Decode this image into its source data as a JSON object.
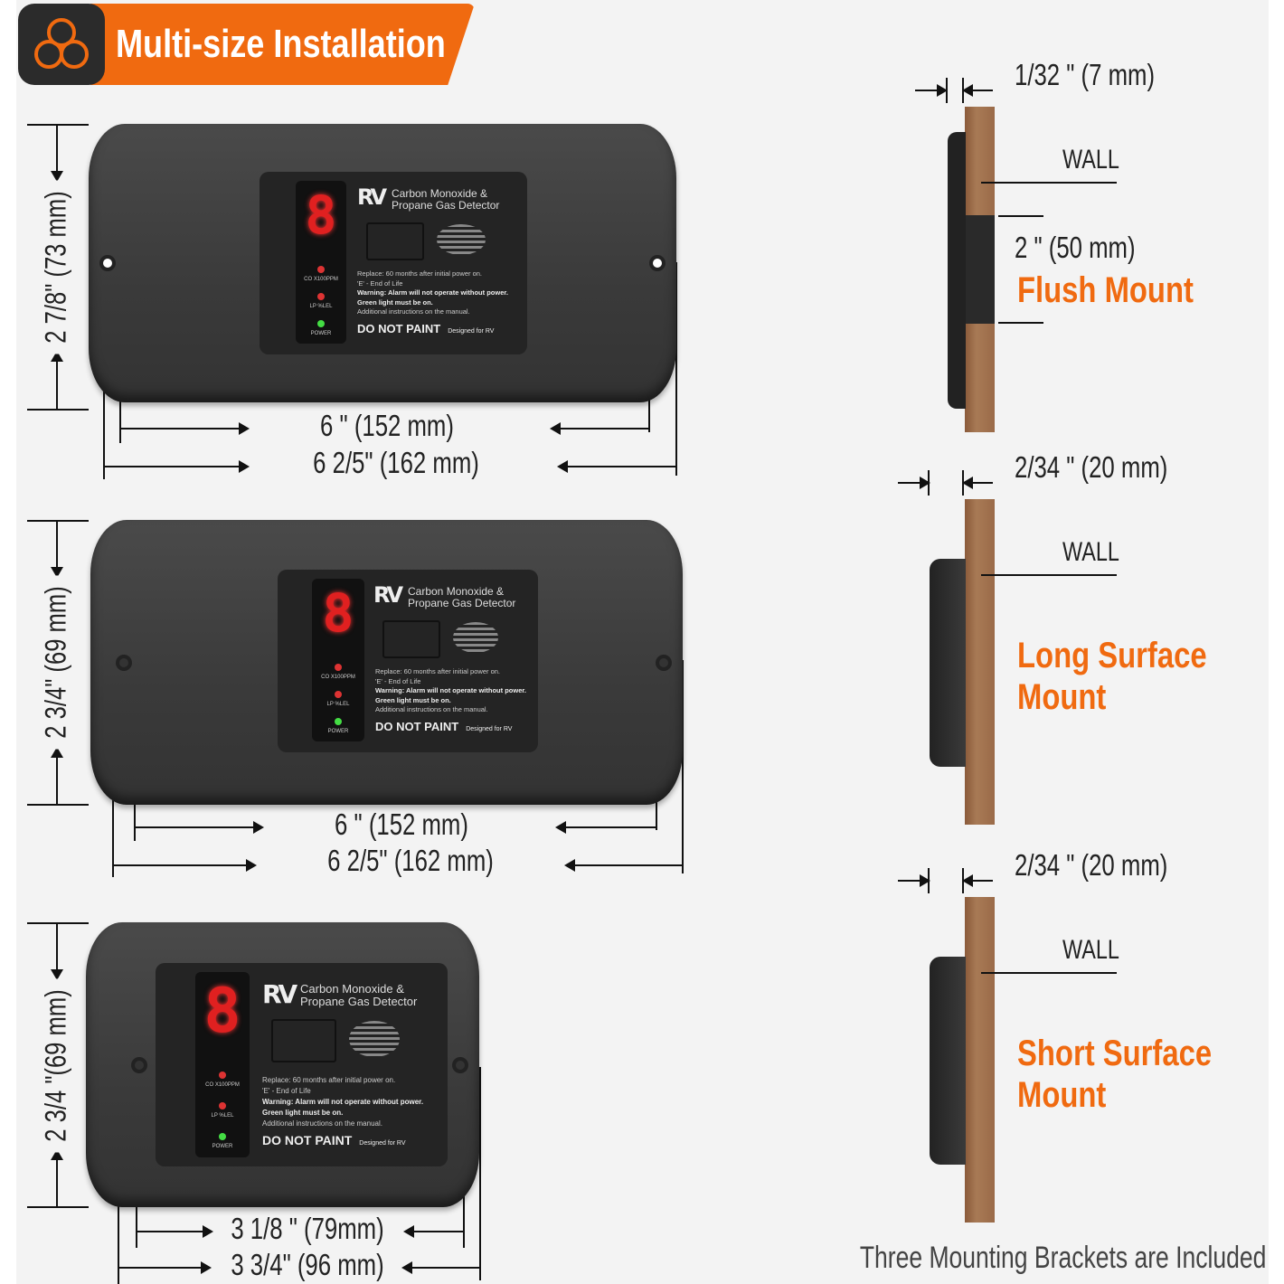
{
  "banner": {
    "title": "Multi-size Installation",
    "icon": "three-circles-icon",
    "accent": "#f06a10"
  },
  "panel": {
    "brand_line1": "Carbon Monoxide &",
    "brand_line2": "Propane Gas Detector",
    "logo": "RV",
    "led_co": "CO X100PPM",
    "led_lp": "LP %LEL",
    "led_power": "POWER",
    "digit": "8",
    "replace": "Replace:  60 months after initial power on.",
    "eol": "'E'  - End of Life",
    "warning": "Warning:  Alarm will not operate without power.",
    "green": "Green light must be on.",
    "additional": "Additional instructions on the manual.",
    "do_not_paint": "DO NOT PAINT",
    "designed": "Designed for RV"
  },
  "devices": [
    {
      "height": "2 7/8\" (73 mm)",
      "width_inner": "6 \" (152 mm)",
      "width_outer": "6  2/5\" (162 mm)"
    },
    {
      "height": "2 3/4\" (69 mm)",
      "width_inner": "6 \" (152 mm)",
      "width_outer": "6  2/5\" (162 mm)"
    },
    {
      "height": "2 3/4 \"(69 mm)",
      "width_inner": "3  1/8 \" (79mm)",
      "width_outer": "3  3/4\" (96 mm)"
    }
  ],
  "mounts": [
    {
      "depth": "1/32 \" (7 mm)",
      "wall": "WALL",
      "extra": "2 \" (50 mm)",
      "name": "Flush Mount"
    },
    {
      "depth": "2/34 \" (20 mm)",
      "wall": "WALL",
      "name_line1": "Long Surface",
      "name_line2": "Mount"
    },
    {
      "depth": "2/34 \" (20 mm)",
      "wall": "WALL",
      "name_line1": "Short Surface",
      "name_line2": "Mount"
    }
  ],
  "footer": "Three Mounting Brackets are Included"
}
